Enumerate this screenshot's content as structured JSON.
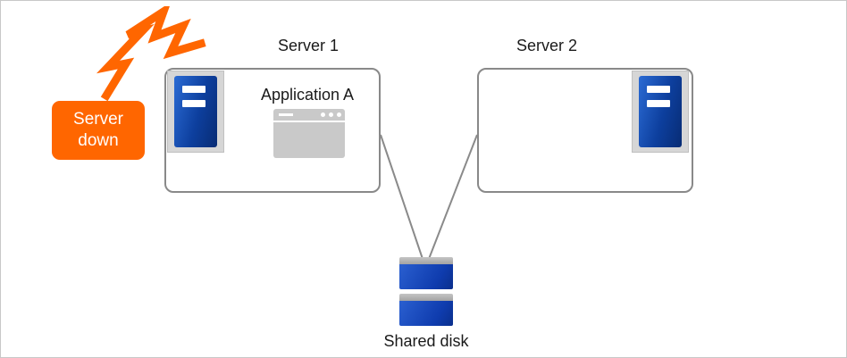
{
  "diagram": {
    "alert": {
      "lines": [
        "Server",
        "down"
      ]
    },
    "server1": {
      "label": "Server 1"
    },
    "server2": {
      "label": "Server 2"
    },
    "application": {
      "label": "Application A"
    },
    "shared_disk": {
      "label": "Shared disk"
    }
  },
  "icons": {
    "crash": "crash-bolt-icon",
    "server_tower": "server-tower-icon",
    "app_window": "application-window-icon",
    "disk": "disk-stack-icon"
  },
  "colors": {
    "alert_orange": "#FF6600",
    "server_blue": "#0D3F9E",
    "disk_blue": "#1240B4",
    "connector_gray": "#8A8A8A",
    "icon_gray": "#C9C9C9"
  }
}
